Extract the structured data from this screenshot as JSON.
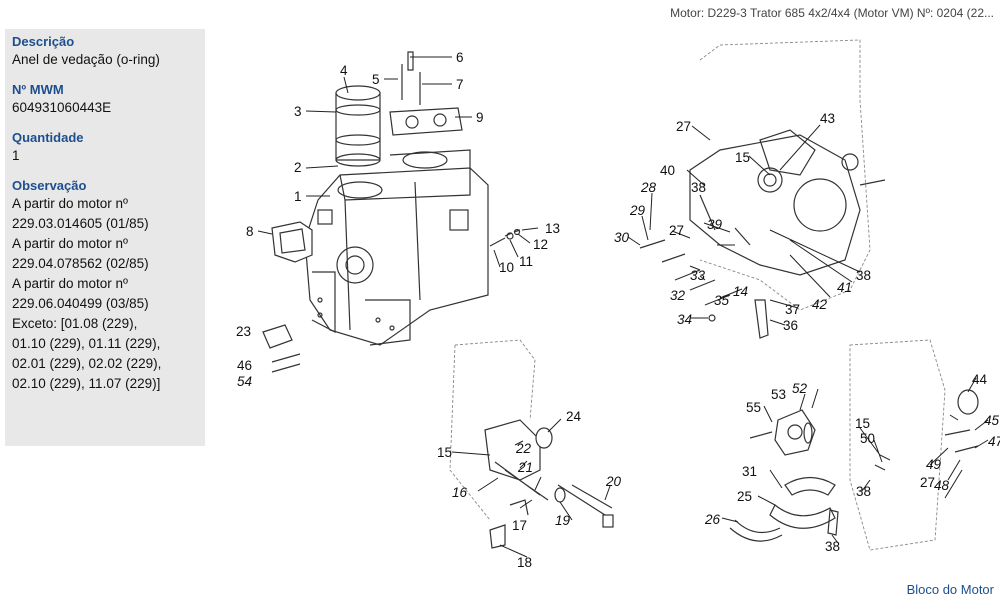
{
  "header": {
    "title": "Motor: D229-3 Trator 685 4x2/4x4 (Motor VM)   Nº: 0204 (22..."
  },
  "details": {
    "descricao_label": "Descrição",
    "descricao_value": "Anel de vedação (o-ring)",
    "mwm_label": "Nº MWM",
    "mwm_value": "604931060443E",
    "quantidade_label": "Quantidade",
    "quantidade_value": "1",
    "observacao_label": "Observação",
    "observacao_lines": [
      "A partir do motor nº",
      "229.03.014605 (01/85)",
      "A partir do motor nº",
      "229.04.078562 (02/85)",
      "A partir do motor nº",
      "229.06.040499 (03/85)",
      "Exceto: [01.08 (229),",
      "01.10 (229), 01.11 (229),",
      "02.01 (229), 02.02 (229),",
      "02.10 (229), 11.07 (229)]"
    ]
  },
  "diagram": {
    "labels": [
      "1",
      "2",
      "3",
      "4",
      "5",
      "6",
      "7",
      "8",
      "9",
      "10",
      "11",
      "12",
      "13",
      "14",
      "15",
      "15",
      "15",
      "15",
      "16",
      "17",
      "18",
      "19",
      "20",
      "21",
      "22",
      "23",
      "24",
      "25",
      "26",
      "27",
      "27",
      "27",
      "28",
      "29",
      "30",
      "31",
      "32",
      "33",
      "34",
      "35",
      "36",
      "37",
      "38",
      "38",
      "38",
      "38",
      "39",
      "40",
      "41",
      "42",
      "43",
      "44",
      "45",
      "46",
      "47",
      "48",
      "49",
      "50",
      "52",
      "53",
      "54",
      "55"
    ]
  },
  "footer": {
    "link_label": "Bloco do Motor"
  }
}
